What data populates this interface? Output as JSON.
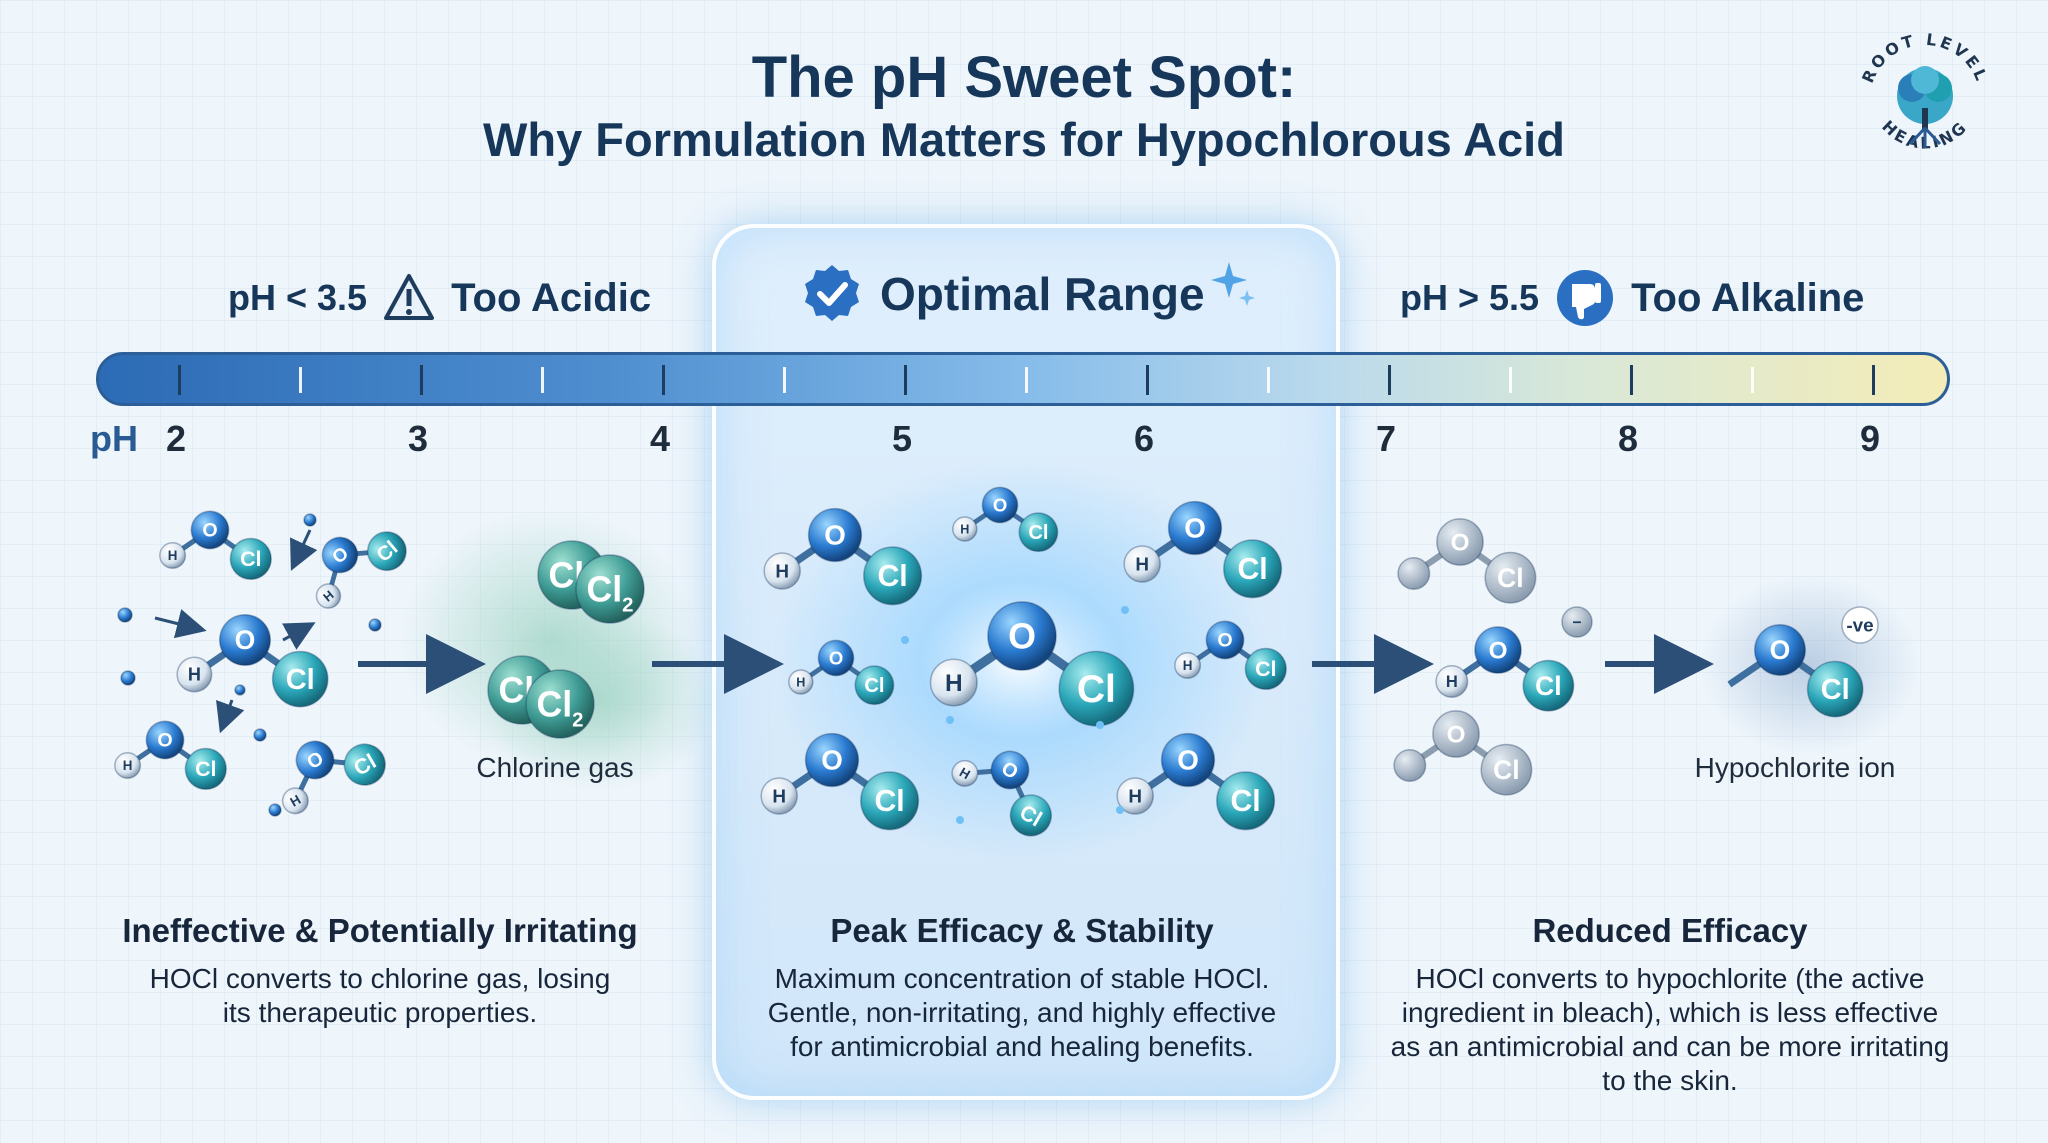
{
  "title": {
    "line1": "The pH Sweet Spot:",
    "line2": "Why Formulation Matters for Hypochlorous Acid"
  },
  "logo": {
    "text_top": "ROOT LEVEL",
    "text_bottom": "HEALING",
    "icon": "tree-icon"
  },
  "zones": {
    "acidic": {
      "ph_label": "pH < 3.5",
      "label": "Too Acidic",
      "icon": "warning-icon"
    },
    "optimal": {
      "label": "Optimal Range",
      "icon": "check-badge-icon"
    },
    "alkaline": {
      "ph_label": "pH > 5.5",
      "label": "Too Alkaline",
      "icon": "thumbs-down-icon"
    }
  },
  "scale": {
    "prefix": "pH",
    "numbers": [
      "2",
      "3",
      "4",
      "5",
      "6",
      "7",
      "8",
      "9"
    ],
    "colors": [
      "#2c6bb5",
      "#86bcea",
      "#f4ecb8"
    ]
  },
  "molecule_labels": {
    "O": "O",
    "H": "H",
    "Cl": "Cl",
    "Cl2": "Cl",
    "sub2": "2",
    "minus": "−",
    "neg": "-ve"
  },
  "captions": {
    "chlorine_gas": "Chlorine gas",
    "hypochlorite": "Hypochlorite ion"
  },
  "blocks": {
    "left": {
      "heading": "Ineffective & Potentially Irritating",
      "text": [
        "HOCl converts to chlorine gas, losing",
        "its therapeutic properties."
      ]
    },
    "center": {
      "heading": "Peak Efficacy & Stability",
      "text": [
        "Maximum concentration of stable HOCl.",
        "Gentle, non-irritating, and highly effective",
        "for antimicrobial and healing benefits."
      ]
    },
    "right": {
      "heading": "Reduced Efficacy",
      "text": [
        "HOCl converts to hypochlorite (the active",
        "ingredient in bleach), which is less effective",
        "as an antimicrobial and can be more irritating",
        "to the skin."
      ]
    }
  }
}
